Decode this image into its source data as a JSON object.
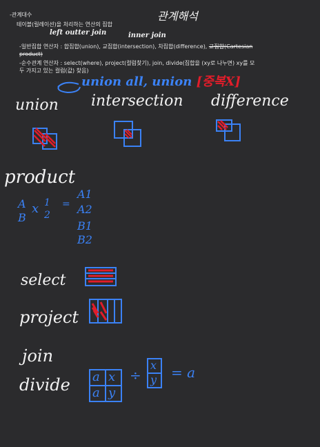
{
  "typed": {
    "title": "-관계대수",
    "line1": "테이블(릴레이션)을 처리하는 연산의 집합",
    "line2_a": "-일반집합 연산자 : 합집합(union), 교집합(intersection), 차집합(difference), ",
    "line2_b": "교집합(Cartesian",
    "line3": "product)",
    "line4": "-순수관계 연산자 : select(where), project(컬럼찾기), join, divide(집합을 (xy로 나누면) xy를 모",
    "line5": "두 가지고 있는 컬럼(값) 찾음)"
  },
  "handwriting": {
    "heading": "관계해석",
    "outer_join": "left outter join",
    "inner_join": "inner join",
    "union_note": "union all, union",
    "union_note_red": "[중복X]",
    "union": "union",
    "intersection": "intersection",
    "difference": "difference",
    "product": "product",
    "prod_a": "A",
    "prod_b": "B",
    "prod_x": "x",
    "prod_1": "1",
    "prod_2": "2",
    "prod_eq": "=",
    "prod_r1": "A1",
    "prod_r2": "A2",
    "prod_r3": "B1",
    "prod_r4": "B2",
    "select": "select",
    "project": "project",
    "join": "join",
    "divide": "divide",
    "div_a1": "a",
    "div_x": "x",
    "div_a2": "a",
    "div_y": "y",
    "div_op": "÷",
    "div_x2": "x",
    "div_y2": "y",
    "div_eq": "= a"
  },
  "colors": {
    "background": "#2b2b2d",
    "ink_white": "#f2f2f2",
    "ink_blue": "#3b82f6",
    "ink_red": "#e11d2a"
  }
}
